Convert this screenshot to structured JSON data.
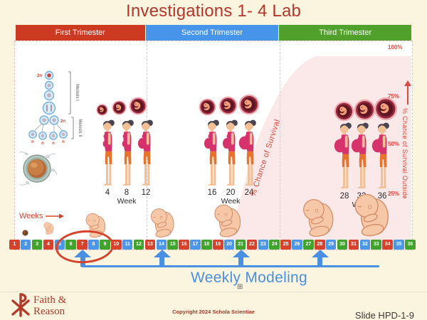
{
  "title": "Investigations 1- 4 Lab",
  "colors": {
    "background": "#FBF4DE",
    "panel": "#FFFFFF",
    "title_red": "#B5372C",
    "bar_red": "#CC3A22",
    "bar_blue": "#4795EA",
    "bar_green": "#50A02B",
    "cell_red": "#D6432C",
    "cell_blue": "#4C96E8",
    "cell_green": "#3FA32C",
    "survival_pink": "#FAE9E8",
    "survival_red": "#DC4A3E",
    "annotation_blue": "#4A90E2",
    "ellipse_red": "#D6432C",
    "brand_red": "#B23B2C",
    "slide_gray": "#3A3A3A"
  },
  "trimesters": [
    {
      "label": "First Trimester",
      "color": "#CC3A22",
      "weeks": [
        "4",
        "8",
        "12"
      ],
      "week_label": "Week"
    },
    {
      "label": "Second Trimester",
      "color": "#4795EA",
      "weeks": [
        "16",
        "20",
        "24"
      ],
      "week_label": "Week"
    },
    {
      "label": "Third Trimester",
      "color": "#50A02B",
      "weeks": [
        "28",
        "32",
        "36"
      ],
      "week_label": "Week"
    }
  ],
  "meiosis": {
    "label_2n": "2n",
    "label_n": "n",
    "stage_1": "Meiosis I",
    "stage_2": "Meiosis II"
  },
  "survival": {
    "curve_label": "% Chance of Survival",
    "axis_label": "% Chance of Survival Outside",
    "ticks": [
      "100%",
      "75%",
      "50%",
      "25%"
    ]
  },
  "timeline": {
    "label": "Weeks",
    "weeks": [
      1,
      2,
      3,
      4,
      5,
      6,
      7,
      8,
      9,
      10,
      11,
      12,
      13,
      14,
      15,
      16,
      17,
      18,
      19,
      20,
      21,
      22,
      23,
      24,
      25,
      26,
      27,
      28,
      29,
      30,
      31,
      32,
      33,
      34,
      35,
      36
    ],
    "cell_colors": [
      "#D6432C",
      "#4C96E8",
      "#3FA32C"
    ],
    "arrow_weeks": [
      7,
      14,
      21,
      28
    ],
    "circled_week": 7
  },
  "annotation": {
    "label": "Weekly Modeling",
    "handle_icon": "⊞"
  },
  "footer": {
    "brand_line1": "Faith &",
    "brand_line2": "Reason",
    "copyright": "Copyright 2024 Schola Scientiae",
    "slide_number": "Slide HPD-1-9"
  }
}
